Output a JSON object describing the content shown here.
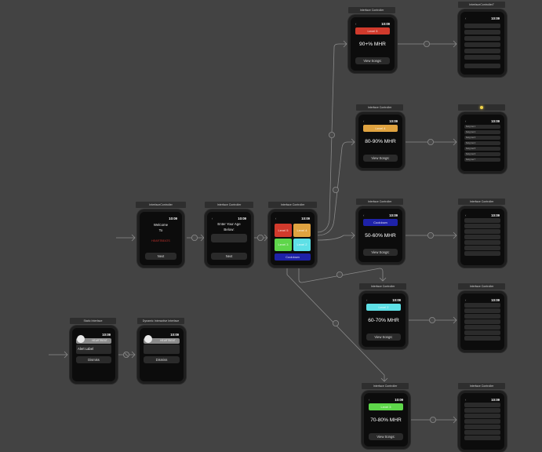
{
  "canvas": {
    "background": "#434343"
  },
  "colors": {
    "level5": "#d13a2c",
    "level4": "#e0a340",
    "level3": "#5ed64a",
    "level2": "#5ee0e6",
    "cooldown": "#1e22a8",
    "heartbeats": "#c0302a"
  },
  "scenes": {
    "welcome": {
      "title": "InterfaceController",
      "time": "10:09",
      "line1": "Welcome",
      "line2": "To",
      "brand": "HEARTBEATS",
      "next": "Next"
    },
    "age": {
      "title": "Interface Controller",
      "back": "‹",
      "time": "10:09",
      "line1": "Enter Your Age",
      "line2": "Below:",
      "next": "Next"
    },
    "levels": {
      "title": "Interface Controller",
      "back": "‹",
      "time": "10:09",
      "level5": "Level 5",
      "level4": "Level 4",
      "level3": "Level 3",
      "level2": "Level 2",
      "cooldown": "Cooldown"
    },
    "hr_level5": {
      "title": "Interface Controller",
      "back": "‹",
      "time": "10:09",
      "badge": "Level 5",
      "mhr": "90+% MHR",
      "songs": "View Songs:"
    },
    "hr_level4": {
      "title": "Interface Controller",
      "back": "‹",
      "time": "10:09",
      "badge": "Level 4",
      "mhr": "80-90% MHR",
      "songs": "View Songs:"
    },
    "hr_cooldown": {
      "title": "Interface Controller",
      "back": "‹",
      "time": "10:09",
      "badge": "Cooldown",
      "mhr": "50-60% MHR",
      "songs": "View Songs:"
    },
    "hr_level2": {
      "title": "Interface Controller",
      "back": "‹",
      "time": "10:09",
      "badge": "Level 2",
      "mhr": "60-70% MHR",
      "songs": "View Songs:"
    },
    "hr_level3": {
      "title": "Interface Controller",
      "back": "‹",
      "time": "10:09",
      "badge": "Level 3",
      "mhr": "70-80% MHR",
      "songs": "View Songs:"
    },
    "songs1": {
      "title": "InterfaceController7",
      "back": "‹",
      "time": "10:09"
    },
    "songs2": {
      "title_icon": "storyboard-entry-dot-icon",
      "back": "‹",
      "time": "10:09",
      "rows": [
        "Song row 1",
        "Song row 2",
        "Song row 3",
        "Song row 4",
        "Song row 5",
        "Song row 6",
        "Song row 7"
      ]
    },
    "songs3": {
      "title": "Interface Controller",
      "back": "‹",
      "time": "10:09"
    },
    "songs4": {
      "title": "Interface Controller",
      "back": "‹",
      "time": "10:09"
    },
    "songs5": {
      "title": "Interface Controller",
      "back": "‹",
      "time": "10:09"
    },
    "static_notif": {
      "title": "Static Interface",
      "time": "10:09",
      "app_name": "HEARTBEAT...",
      "alert": "Alert Label",
      "dismiss": "Dismiss"
    },
    "dynamic_notif": {
      "title": "Dynamic Interactive Interface",
      "time": "10:09",
      "app_name": "HEARTBEAT...",
      "dismiss": "Dismiss"
    }
  }
}
